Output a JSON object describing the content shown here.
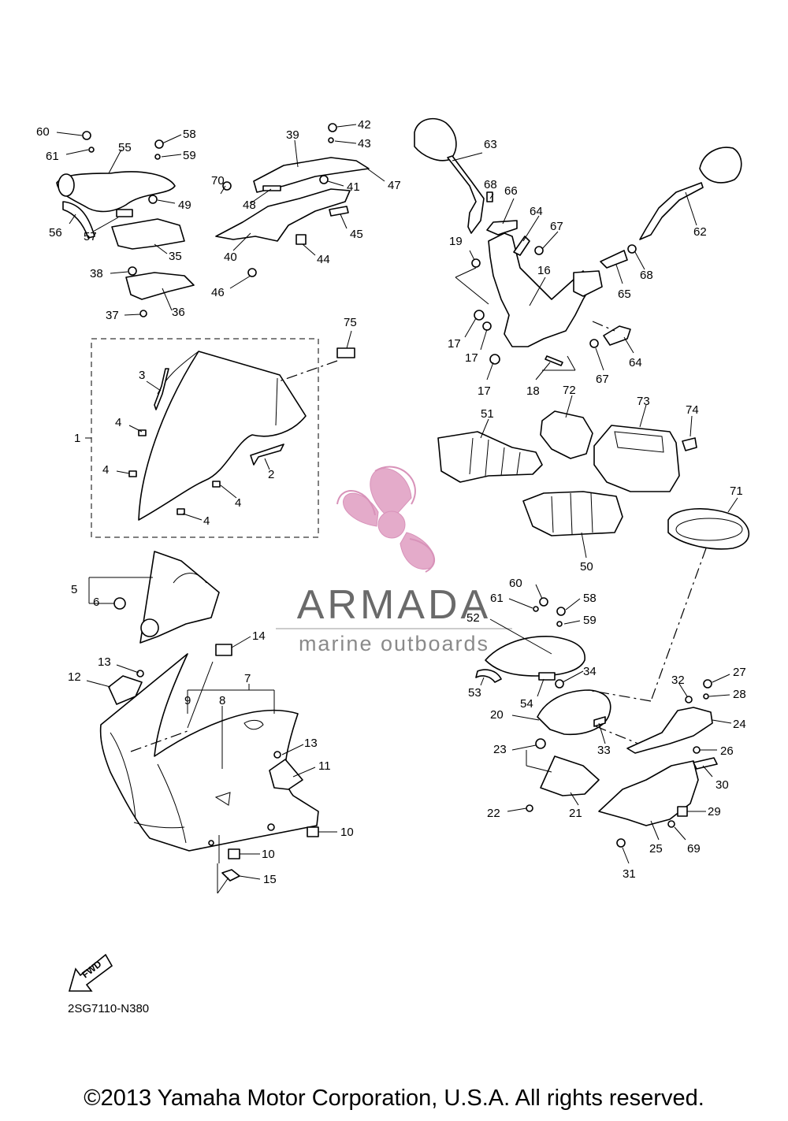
{
  "watermark": {
    "brand": "ARMADA",
    "tagline": "marine outboards",
    "logo_color": "#e3a7c8"
  },
  "part_code": "2SG7110-N380",
  "copyright": "©2013 Yamaha Motor Corporation, U.S.A. All rights reserved.",
  "fwd_label": "FWD",
  "callouts": {
    "c1": "1",
    "c2": "2",
    "c3": "3",
    "c4a": "4",
    "c4b": "4",
    "c4c": "4",
    "c4d": "4",
    "c5": "5",
    "c6": "6",
    "c7": "7",
    "c8": "8",
    "c9": "9",
    "c10a": "10",
    "c10b": "10",
    "c11": "11",
    "c12": "12",
    "c13a": "13",
    "c13b": "13",
    "c14": "14",
    "c15": "15",
    "c16": "16",
    "c17a": "17",
    "c17b": "17",
    "c17c": "17",
    "c18": "18",
    "c19": "19",
    "c20": "20",
    "c21": "21",
    "c22": "22",
    "c23": "23",
    "c24": "24",
    "c25": "25",
    "c26": "26",
    "c27": "27",
    "c28": "28",
    "c29": "29",
    "c30": "30",
    "c31": "31",
    "c32": "32",
    "c33": "33",
    "c34": "34",
    "c35": "35",
    "c36": "36",
    "c37": "37",
    "c38": "38",
    "c39": "39",
    "c40": "40",
    "c41": "41",
    "c42": "42",
    "c43": "43",
    "c44": "44",
    "c45": "45",
    "c46": "46",
    "c47": "47",
    "c48": "48",
    "c49": "49",
    "c50": "50",
    "c51": "51",
    "c52": "52",
    "c53": "53",
    "c54": "54",
    "c55": "55",
    "c56": "56",
    "c57": "57",
    "c58a": "58",
    "c58b": "58",
    "c59a": "59",
    "c59b": "59",
    "c60a": "60",
    "c60b": "60",
    "c61a": "61",
    "c61b": "61",
    "c62": "62",
    "c63": "63",
    "c64a": "64",
    "c64b": "64",
    "c65": "65",
    "c66": "66",
    "c67a": "67",
    "c67b": "67",
    "c68a": "68",
    "c68b": "68",
    "c69": "69",
    "c70": "70",
    "c71": "71",
    "c72": "72",
    "c73": "73",
    "c74": "74",
    "c75": "75"
  }
}
